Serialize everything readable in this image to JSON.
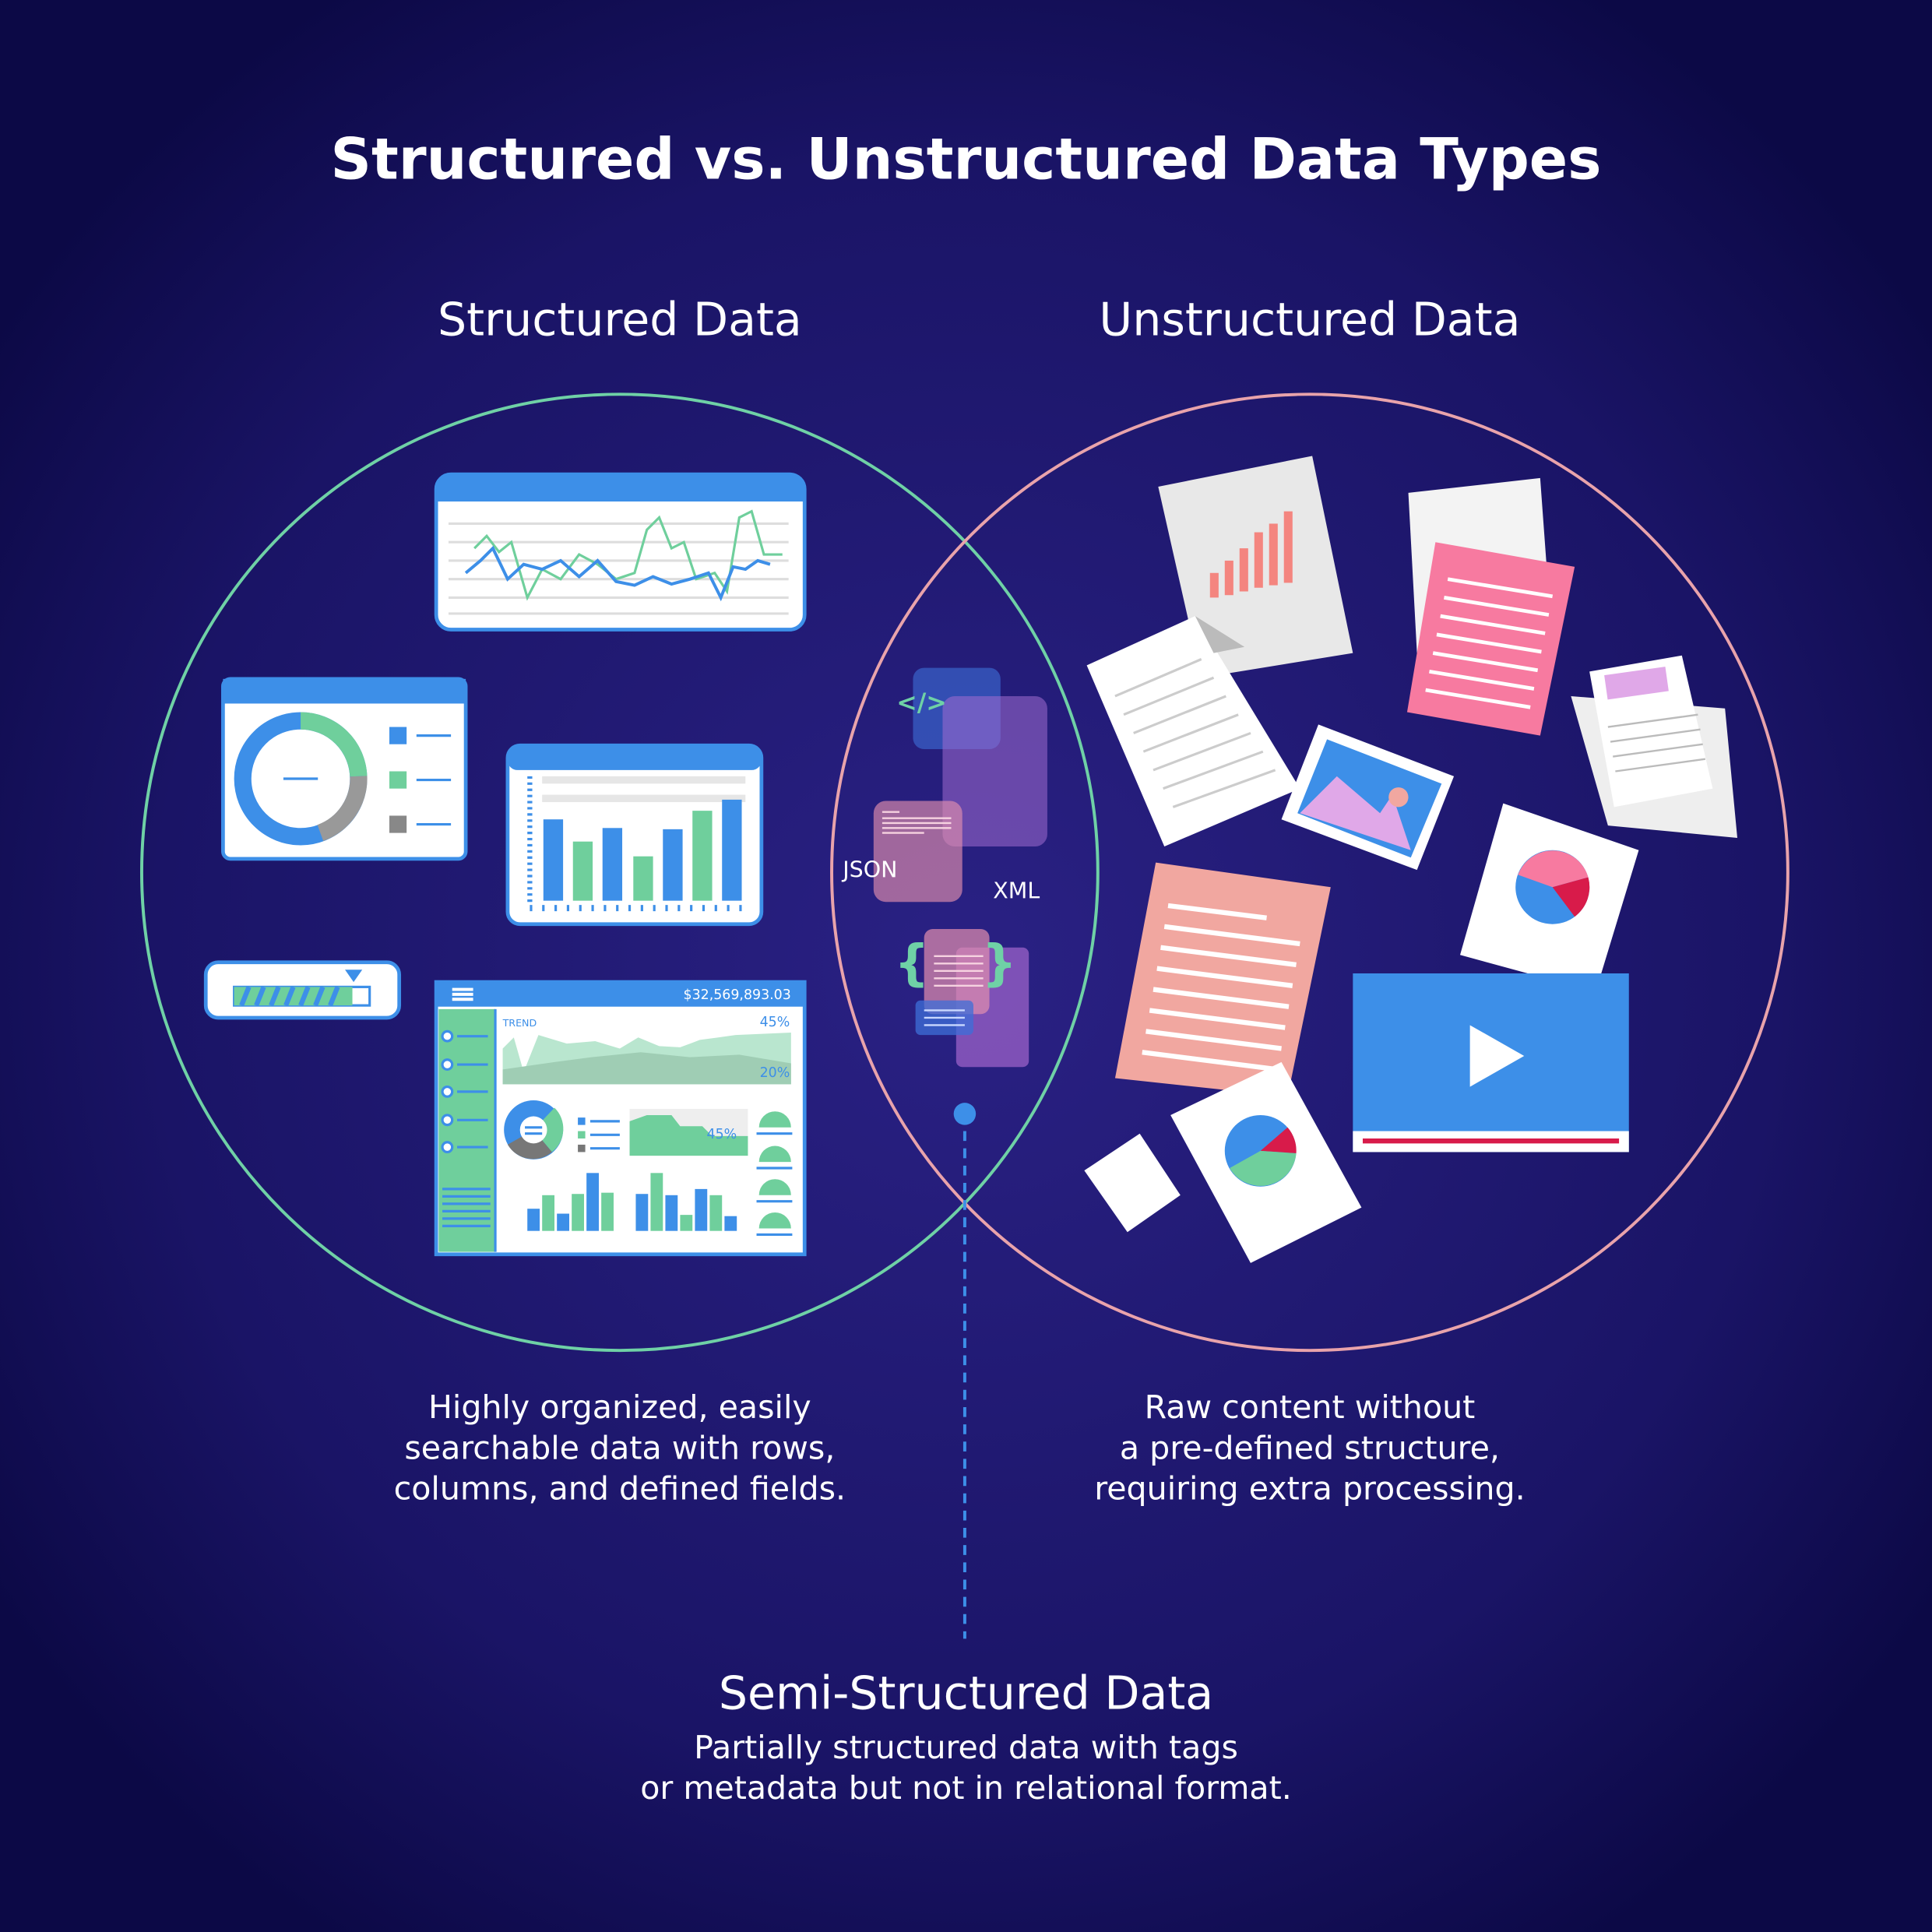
{
  "title": "Structured vs. Unstructured Data Types",
  "structured": {
    "heading": "Structured Data",
    "caption": [
      "Highly organized, easily",
      "searchable data with rows,",
      "columns, and defined fields."
    ],
    "dashboard": {
      "amount": "$32,569,893.03",
      "trend_label": "TREND",
      "trend_high": "45%",
      "trend_low": "20%",
      "area_pct": "45%"
    }
  },
  "unstructured": {
    "heading": "Unstructured Data",
    "caption": [
      "Raw content without",
      "a pre-defined structure,",
      "requiring extra processing."
    ]
  },
  "semi": {
    "heading": "Semi-Structured Data",
    "caption": [
      "Partially structured data with tags",
      "or metadata but not in relational format."
    ],
    "labels": {
      "json": "JSON",
      "xml": "XML",
      "code_tag": "</>"
    }
  },
  "colors": {
    "background": "#0d0a4a",
    "structured_ring": "#6fd1a6",
    "unstructured_ring": "#e9a3ab",
    "blue": "#3d8fe8",
    "green": "#6fcf9c",
    "pink": "#f77aa0",
    "salmon": "#f1a7a0"
  }
}
